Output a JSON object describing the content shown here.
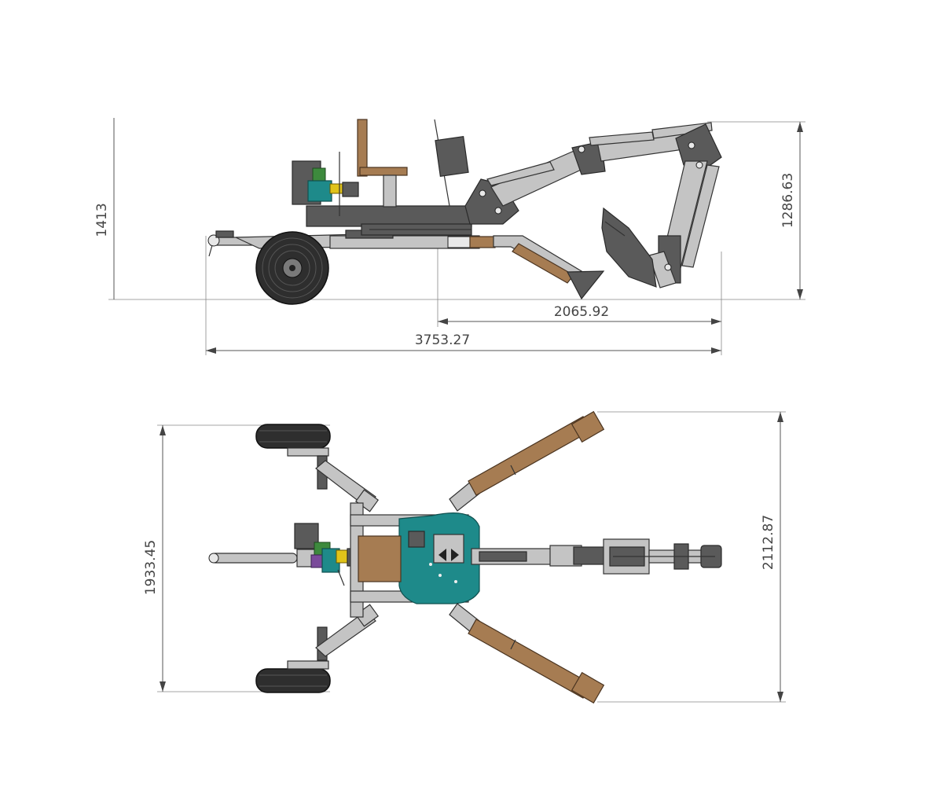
{
  "side_view": {
    "dims": {
      "overall_height": "1413",
      "arm_height": "1286.63",
      "reach_from_slew": "2065.92",
      "overall_length": "3753.27"
    }
  },
  "top_view": {
    "dims": {
      "wheel_track": "1933.45",
      "outrigger_span": "2112.87"
    }
  },
  "colors": {
    "dark_steel": "#5a5a5a",
    "light_steel": "#c4c4c4",
    "wood_brown": "#a67c52",
    "teal_body": "#1e8a8a",
    "tire": "#2e2e2e"
  }
}
